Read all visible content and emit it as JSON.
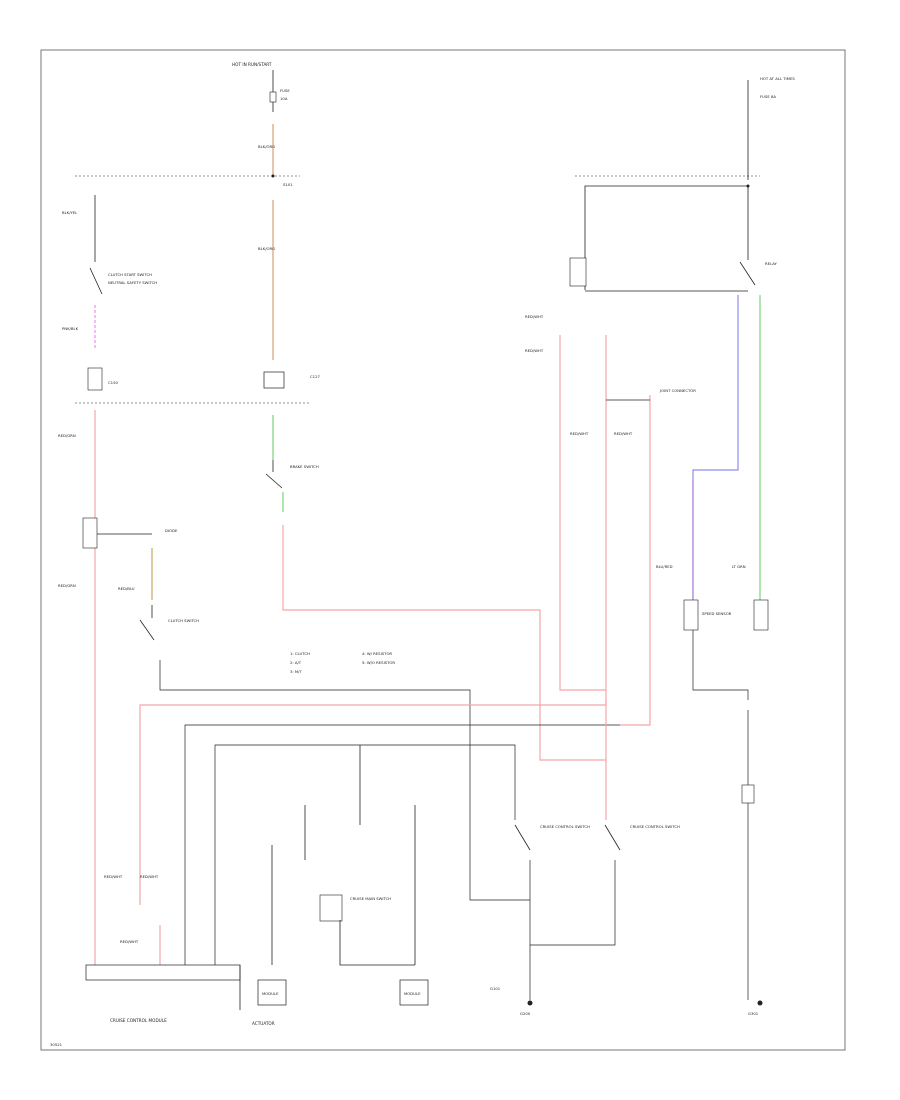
{
  "diagram": {
    "colors": {
      "red_wire": "#f4a6a6",
      "orange_wire": "#d9a070",
      "green_wire": "#7ad67a",
      "blue_wire": "#8c8cf0",
      "purple_wire": "#a478d8",
      "pink_wire": "#ec8ef0",
      "tan_wire": "#c8a860",
      "black_wire": "#222222",
      "border": "#666666"
    },
    "labels": {
      "hot_in_start": "HOT IN RUN/START",
      "fuse_top": "FUSE",
      "fuse_top_rating": "10A",
      "left_switch_1": "CLUTCH START SWITCH",
      "left_switch_2": "NEUTRAL SAFETY SWITCH",
      "left_conn": "C150",
      "center_conn": "C127",
      "right_hot": "HOT AT ALL TIMES",
      "right_fuse": "FUSE 8A",
      "brake_switch": "BRAKE SWITCH",
      "diode": "DIODE",
      "clutch_switch": "CLUTCH SWITCH",
      "cc_main_switch": "CRUISE MAIN SWITCH",
      "cc_actuator": "ACTUATOR",
      "ecm": "CRUISE CONTROL MODULE",
      "module_left": "MODULE",
      "module_center": "MODULE",
      "speed_sensor": "SPEED SENSOR",
      "relay_note": "RELAY",
      "ground_1": "G200",
      "ground_2": "G301",
      "ground_3": "G101",
      "legend_1": "1: CLUTCH",
      "legend_2": "2: A/T",
      "legend_3": "3: M/T",
      "legend_4": "4: W/ RESISTOR",
      "legend_5": "5: W/O RESISTOR",
      "footer_id": "30521"
    }
  }
}
